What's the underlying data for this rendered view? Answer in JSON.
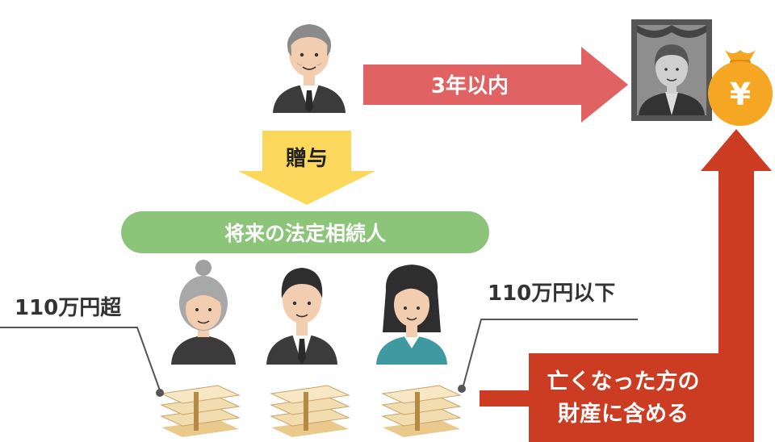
{
  "arrow_label": "3年以内",
  "gift_label": "贈与",
  "heirs_label": "将来の法定相続人",
  "over_label": "110万円超",
  "under_label": "110万円以下",
  "result_line1": "亡くなった方の",
  "result_line2": "財産に含める",
  "money_bag_symbol": "¥",
  "colors": {
    "time_arrow": "#e06262",
    "up_arrow": "#cc3c22",
    "gift_arrow": "#fbd75b",
    "heirs_pill": "#8cc479",
    "money_bag": "#f5a623",
    "bills": "#f2ddb0",
    "suit": "#3b3b3b"
  }
}
